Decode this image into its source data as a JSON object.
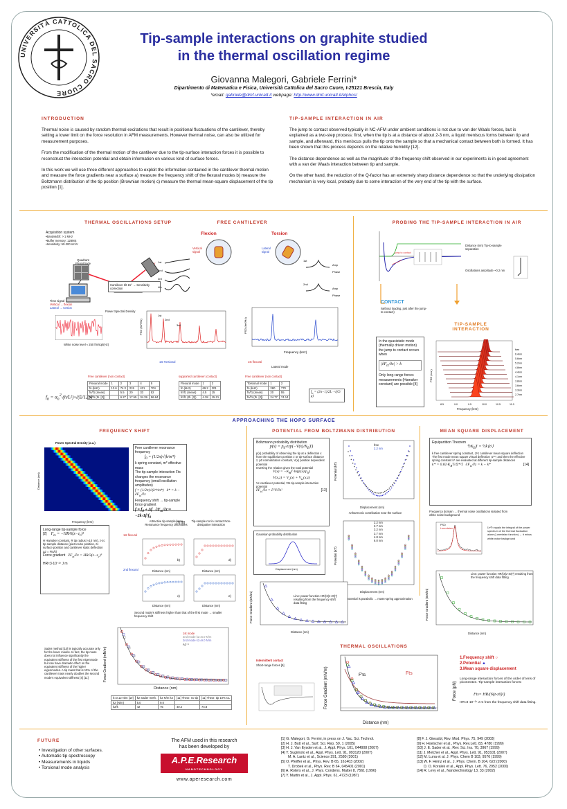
{
  "header": {
    "title_line1": "Tip-sample interactions on graphite studied",
    "title_line2": "in the thermal oscillation regime",
    "authors": "Giovanna Malegori, Gabriele Ferrini*",
    "affiliation": "Dipartimento di Matematica e Fisica, Università Cattolica del Sacro Cuore, I-25121 Brescia, Italy",
    "email_label": "*email:",
    "email": "gabriele@dmf.unicatt.it",
    "webpage_label": "webpage:",
    "webpage": "http://www.dmf.unicatt.it/elphos/",
    "logo_text": "UNIVERSITÀ CATTOLICA DEL SACRO CUORE"
  },
  "intro": {
    "heading": "INTRODUCTION",
    "p1": "Thermal noise is caused by random thermal excitations that result in positional fluctuations of the cantilever, thereby setting a lower limit on the force resolution in AFM measurements. However thermal noise, can also be utilized for measurement purposes.",
    "p2": "From the modification of the thermal motion of the cantilever due to the tip-surface interaction forces it is possible to reconstruct the interaction potential and obtain information on various kind of surface forces.",
    "p3": "In this work we will use three different approaches to exploit the information contained in the cantilever thermal motion and measure the force gradients near a surface a) measure the frequency shift of the flexural modes b) measure the Boltzmann distribution of the tip position (Brownian motion) c) measure the thermal mean-square displacement of the tip position [1]."
  },
  "air": {
    "heading": "TIP-SAMPLE INTERACTION IN AIR",
    "p1": "The jump to contact observed typically in NC-AFM under ambient conditions is not due to van der Waals forces, but is explained as a two-step process: first, when the tip is at a distance of about 2-3 nm, a liquid meniscus forms between tip and sample, and afterward, this meniscus pulls the tip onto the sample so that a mechanical contact between both is formed. It has been shown that this process depends on the relative humidity [12].",
    "p2": "The distance dependence as well as the magnitude of the frequency shift observed in our experiments is in good agreement with a van der Waals interaction between tip and sample.",
    "p3": "On the other hand, the reduction of the Q-factor has an extremely sharp distance dependence so that the underlying dissipation mechanism is very local, probably due to some interaction of the very end of the tip with the surface."
  },
  "setup": {
    "heading": "THERMAL OSCILLATIONS SETUP",
    "acq_title": "Acquisition system",
    "acq_items": [
      "•Bandwidth: > 1 MHz",
      "•Buffer memory: 128MS",
      "•Sensitivity: 50-200 nm/V"
    ],
    "photodiode": "Quadrant PhotoDiode",
    "laser": "Laser",
    "cantilever_tilt": "Cantilever tilt 15° → Sensitivity correction",
    "time_signal": "Time signal",
    "vertical": "Vertical → flexion",
    "lateral": "Lateral → torsion",
    "psd_label": "Power Spectral Density",
    "white_noise": "White noise level ≈ 250 fm/sqrt(Hz)",
    "first_torsional": "1st Torsional",
    "free_non_contact": "Free cantilever (non contact)"
  },
  "free": {
    "heading": "FREE CANTILEVER",
    "flexion": "Flexion",
    "torsion": "Torsion",
    "vertical_signal": "Vertical signal",
    "lateral_signal": "Lateral signal",
    "supported": "supported cantilever (contact)",
    "first_flexural": "1st flexural",
    "lateral_mode": "Lateral mode",
    "amp": "Amp",
    "phase": "Phase",
    "freq_axis": "Frequency (kHz)",
    "psd_axis": "PSD (fm²/Hz)",
    "modes": [
      "1st",
      "2nd",
      "3rd",
      "4th"
    ]
  },
  "table_free": {
    "header": [
      "Flexural mode",
      "1",
      "2",
      "3",
      "4",
      "5"
    ],
    "rows": [
      [
        "fn (kHz)",
        "13.6",
        "74.3",
        "215",
        "421",
        "704"
      ],
      [
        "fn/f1 (meas)",
        "",
        "5.5",
        "20",
        "33",
        "52"
      ],
      [
        "fn/f1 (th. [2])",
        "",
        "6.27",
        "17.55",
        "34.39",
        "56.84"
      ]
    ]
  },
  "table_sup": {
    "header": [
      "Flexural mode",
      "1",
      "2"
    ],
    "rows": [
      [
        "fn (kHz)",
        "69.2",
        "201"
      ],
      [
        "fn/f1 (meas)",
        "4.5",
        "15"
      ],
      [
        "fn/f1 (th. [2])",
        "4.38",
        "15.21"
      ]
    ]
  },
  "table_tor": {
    "header": [
      "Torsional mode",
      "1",
      "2"
    ],
    "rows": [
      [
        "fn (kHz)",
        "280",
        "770"
      ],
      [
        "fn/f1 (meas)",
        "20",
        "55"
      ],
      [
        "fn/f1 (th. [2])",
        "24.77",
        "74.14"
      ]
    ]
  },
  "probe": {
    "heading": "PROBING THE TIP-SAMPLE INTERACTION IN AIR",
    "contact": "CONTACT",
    "contact_note": "(without loading, just after the jump-to-contact)",
    "ts_heading": "TIP-SAMPLE INTERACTION",
    "box_text": "In the quasistatic mode (thermally driven motion) the jump to contact occurs when",
    "box_text2": "Only long-range forces measurements (Hamaker constant) are possible [8]",
    "distance_label": "Distance (nm) Tip-to-sample separation",
    "osc_amp": "Oscillations amplitude ~0.2 nm",
    "free_label": "free",
    "distances": [
      "6.4nm",
      "5.6nm",
      "5.2nm",
      "4.8nm",
      "4.4nm",
      "4.1nm",
      "3.8nm",
      "3.6nm",
      "3.3nm",
      "2.7nm"
    ],
    "freq_axis": "Frequency (kHz)",
    "freq_ticks": [
      "8.5",
      "9.0",
      "9.5",
      "10.0",
      "10.5",
      "11.0"
    ]
  },
  "hopg": {
    "heading": "APPROACHING THE HOPG SURFACE"
  },
  "fshift": {
    "heading": "FREQUENCY SHIFT",
    "psd_title": "Power Spectral Density (a.u.)",
    "psd_xlabel": "Frequency (kHz)",
    "psd_ylabel": "Distance (nm)",
    "resonance": "Free cantilever resonance frequency",
    "k_def": "k spring constant, m* effective mass",
    "text1": "The tip-sample interaction Fts changes the resonance frequency (small oscillation amplitudes)",
    "text2": "Frequency shift → tip-sample force gradient",
    "refs78": "[7] [8]",
    "attractive": "Attractive tip-sample force Resonance frequency decreases",
    "contact": "Tip-sample not in contact Non-dissipative interaction",
    "first_flexural": "1st flexural",
    "second_flexural": "2nd flexural",
    "long_range": "Long-range tip-sample force",
    "ref2": "[2]",
    "hamaker": "H Hamaker constant, R tip radius (≈10 nm), z-zc tip-sample distance (piezo-tube position, zc surface position and cantilever static deflection Δz = Fts/k)",
    "force_gradient": "Force gradient",
    "hr": "HR≈3·10⁻²⁷ J m",
    "second_mode_note": "Second mode's stiffness higher than that of the first mode → smaller frequency shift",
    "sader": "Sader method [10] is typically accurate only for the lower modes. In fact, the tip mass does not influence significantly the equivalent stiffness of the first eigenmode but can have dramatic effect on the equivalent stiffness of the higher eigenmodes. A tip mass that is 10% of the cantilever mass nearly doubles the second mode's equivalent stiffness [4] [11]",
    "distance_axis": "Distance (nm)",
    "fg_axis": "Force Gradient (mN/m)",
    "panels": [
      "b)",
      "c)",
      "d)",
      "e)"
    ],
    "legend": [
      "1st mode",
      "2nd mode k2=5.0 N/m",
      "2nd mode k2=9.0 N/m",
      "Az⁻³"
    ],
    "table_header": [
      "k=0.12 N/m [10]",
      "k2 Sader meth.",
      "k2 N/m k2",
      "[11] Theor. no tip",
      "[11] Theor. tip 10% CL"
    ],
    "table_rows": [
      [
        "k2 (N/m)",
        "5.0",
        "9.0",
        "",
        ""
      ],
      [
        "k2/k",
        "42",
        "75",
        "40.2",
        "74.8"
      ]
    ]
  },
  "boltz": {
    "heading": "POTENTIAL FROM BOLTZMANN DISTRIBUTION",
    "title": "Boltzmann probability distribution",
    "text1": "p(x) probability of observing the tip at a deflection x from the equilibrium position z or tip-surface distance z, p0 normalization constant, V(x) position dependent potential",
    "text2": "Inverting the relation gives the total potential",
    "text3": "Vc cantilever potential, Vts tip-sample interaction potential",
    "ref13": "[13]",
    "gaussian": "Gaussian probability distribution",
    "anharmonic": "Anharmonic contribution near the surface",
    "line_note": "Line: power function HR/(3(z-z0)³) resulting from the frequency shift data fitting",
    "interaction_note": "Interaction potential is parabolic → mass-spring approximation correct",
    "legend_free": [
      "free",
      "2.2 nm"
    ],
    "legend_dist": [
      "2.2 nm",
      "2.7 nm",
      "3.2 nm",
      "3.7 nm",
      "4.8 nm",
      "6.0 nm"
    ],
    "disp_axis": "Displacement (nm)",
    "pot_axis": "Potential (kT)",
    "fg_axis": "Force Gradient (mN/m)",
    "distance_axis": "Distance (nm)"
  },
  "msd": {
    "heading": "MEAN SQUARE DISPLACEMENT",
    "title": "Equipartition Theorem",
    "text1": "k free cantilever spring constant, ⟨z²⟩ cantilever mean square deflection",
    "text2": "The first mode mean square virtual deflection ⟨z*²⟩ and then the effective spring constant k* are evaluated at different tip-sample distances",
    "ref14": "[14]",
    "text3": "Frequency domain → thermal noise oscillations isolated from white noise background",
    "note": "⟨z*²⟩ equals the integral of the power spectrum of the thermal fluctuation alone (Lorentzian function) → it minus white-noise background",
    "line_note": "Line: power function HR/(3(z-z0)³) resulting from the frequency shift data fitting",
    "psd_legend": [
      "PSD",
      "Lorentzian"
    ],
    "fg_axis": "Force Gradient (mN/m)",
    "distance_axis": "Distance (nm)"
  },
  "thermal": {
    "heading": "THERMAL OSCILLATIONS",
    "intermittent": "Intermittent contact",
    "short_range": "Short-range forces [9]",
    "items": [
      "1.Frequency shift",
      "2.Potential",
      "3.Mean square displacement"
    ],
    "long_range": "Long-range interaction forces of the order of tens of piconewton. Tip-sample interaction forces:",
    "formula": "Fts= HR/(6(z-z0)²)",
    "hr_note": "HR≈3·10⁻²⁷ J·m from the frequency shift data fitting.",
    "fg_axis": "Force Gradient (mN/m)",
    "force_axis": "Force (pN)",
    "distance_axis": "Distance (nm)",
    "fts_prime": "F'ts",
    "fts": "Fts"
  },
  "future": {
    "heading": "FUTURE",
    "items": [
      "• Investigation of other surfaces.",
      "• Automatic tip spectroscopy",
      "• Measurements in liquids",
      "• Torsional mode analysis"
    ]
  },
  "sponsor": {
    "line1": "The AFM used in this research",
    "line2": "has been developed by",
    "brand": "A.P.E.Research",
    "brand_sub": "NANOTECHNOLOGY",
    "url": "www.aperesearch.com"
  },
  "refs_left": [
    "[1] G. Malegori, G. Ferrini, in press on J. Vac. Sci. Technol.",
    "[2] H. J. Butt et al., Surf. Sci. Rep. 59, 1 (2005)",
    "[3] H. J. Van Eysden et al., J. Appl. Phys. 101, 044908 (2007)",
    "[4] Y. Sugimoto et al., Appl. Phys. Lett. 91, 093120 (2007)",
    "M. A. Lantz et al., Science 291, 2580 (2001)",
    "[5] O. Pfeiffer et al., Phys. Rev. B 65, 161403 (2002)",
    "T. Drobek et al., Phys. Rev. B 64, 045401 (2001)",
    "[6] A. Roters et al., J. Phys. Condens. Matter 8, 7561 (1996)",
    "[7] Y. Martin et al., J. Appl. Phys. 61, 4723 (1987)"
  ],
  "refs_right": [
    "[8] F. J. Giessibl, Rev. Mod. Phys. 75, 949 (2003)",
    "[9] H. Hoelscher et al., Phys. Rev.Lett. 83, 4780 (1999)",
    "[10] J. E. Sader et al., Rev. Sci. Ins. 70, 3967 (1999)",
    "[11] J. Melcher et al., Appl. Phys. Lett. 91, 053101 (2007)",
    "[12] M. Luna et al. J. Phys. Chem B 103, 9576 (1999)",
    "[13] W. F. Heinz et al., J. Phys. Chem. B 104, 622 (2000)",
    "D. O. Koralek et al., Appl. Phys. Lett. 76, 2952 (2000)",
    "[14] R. Levy et al., Nanotechnology 13, 33 (2002)"
  ],
  "colors": {
    "title": "#2b2fa0",
    "heading": "#c0392b",
    "rule": "#f0b040",
    "accent_red": "#cc2222",
    "accent_blue": "#2244cc"
  }
}
